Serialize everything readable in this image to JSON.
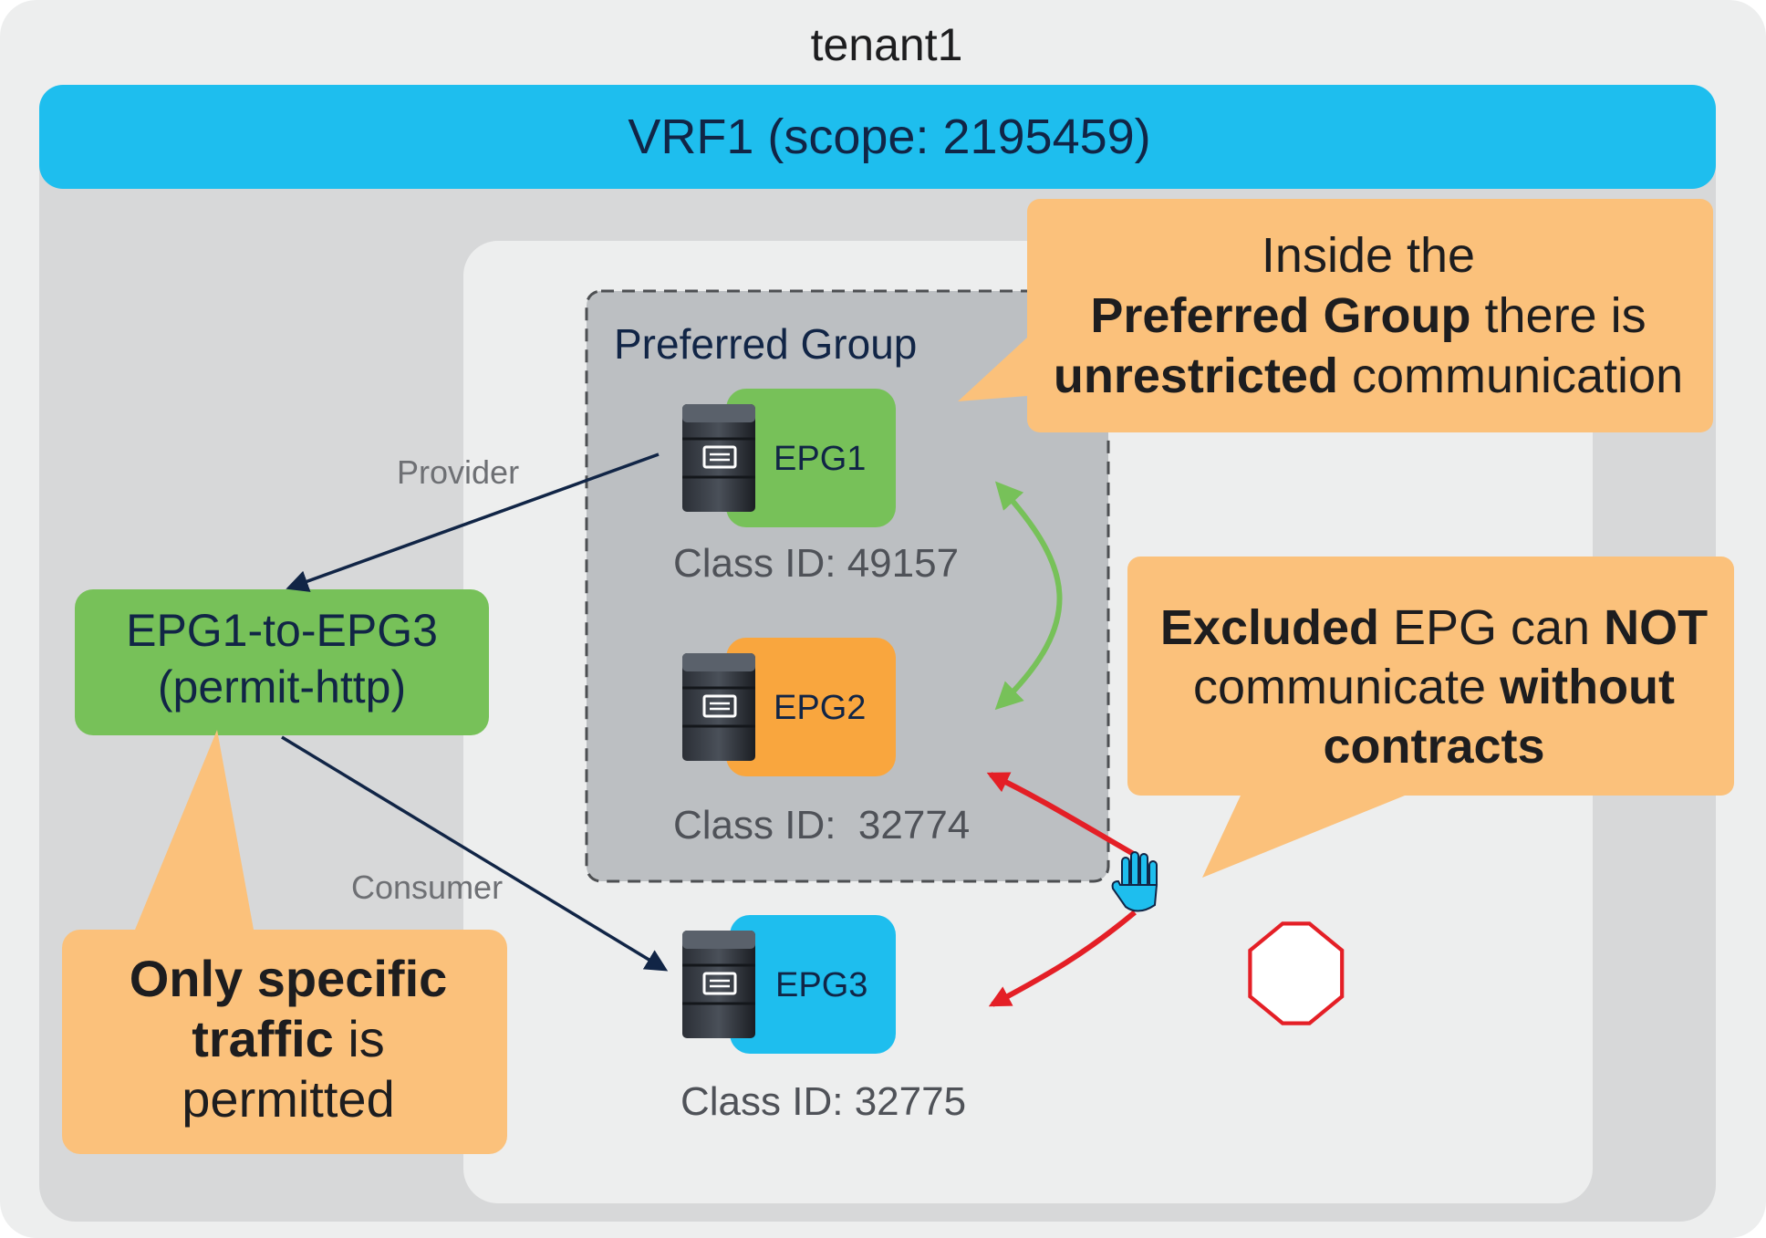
{
  "tenant": {
    "label": "tenant1"
  },
  "vrf": {
    "label": "VRF1 (scope: 2195459)"
  },
  "preferred_group": {
    "label": "Preferred Group"
  },
  "epgs": [
    {
      "name": "EPG1",
      "class_id": "Class ID: 49157",
      "color": "#77C159"
    },
    {
      "name": "EPG2",
      "class_id": "Class ID:  32774",
      "color": "#F9A63E"
    },
    {
      "name": "EPG3",
      "class_id": "Class ID: 32775",
      "color": "#1EBEEE"
    }
  ],
  "contract": {
    "line1": "EPG1-to-EPG3",
    "line2": "(permit-http)",
    "color": "#77C159"
  },
  "roles": {
    "provider": "Provider",
    "consumer": "Consumer"
  },
  "callouts": {
    "preferred": {
      "line1": "Inside the",
      "line2_bold": "Preferred Group",
      "line2_rest": " there is",
      "line3_bold": "unrestricted",
      "line3_rest": " communication"
    },
    "excluded": {
      "line1_bold_a": "Excluded",
      "line1_mid": " EPG can ",
      "line1_bold_b": "NOT",
      "line2_rest": "communicate ",
      "line2_bold": "without",
      "line3_bold": "contracts"
    },
    "specific": {
      "line1_bold": "Only specific",
      "line2_bold": "traffic",
      "line2_rest": " is",
      "line3": "permitted"
    }
  },
  "icons": {
    "server": "server-icon",
    "stop": "stop-hand-icon"
  },
  "colors": {
    "outer_bg": "#EDEEEE",
    "vrf_bar": "#1EBEEE",
    "vrf_body": "#D7D8D9",
    "inner_panel": "#EDEEEE",
    "preferred_group_bg": "#BCBFC2",
    "callout": "#FBC17B",
    "provider_consumer_arrow": "#112546",
    "allowed_arrow": "#77C159",
    "blocked_arrow": "#E41F26"
  }
}
